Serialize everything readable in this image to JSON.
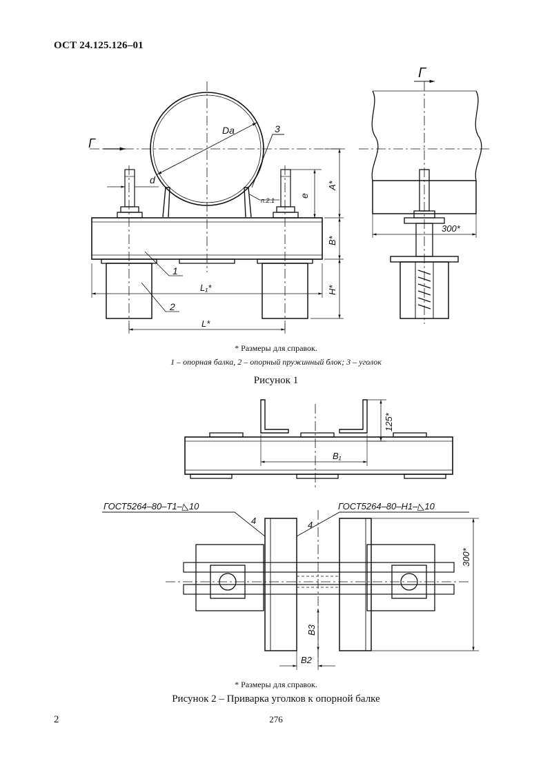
{
  "header": {
    "doc_code": "ОСТ 24.125.126–01"
  },
  "figure1": {
    "labels": {
      "view": "Г",
      "view_top": "Г",
      "da": "Da",
      "callout3": "3",
      "callout1": "1",
      "callout2": "2",
      "d": "d",
      "e": "e",
      "note_p": "п.2.1",
      "A": "A*",
      "B": "B*",
      "H": "H*",
      "L1": "L₁*",
      "L": "L*",
      "dim300": "300*"
    },
    "note": "* Размеры для справок.",
    "legend": "1 – опорная балка,  2 – опорный пружинный блок;  3 – уголок",
    "title": "Рисунок 1"
  },
  "figure2": {
    "labels": {
      "dim125": "125*",
      "B1": "B₁",
      "weld_left": "ГОСТ5264–80–Т1–◺10",
      "weld_right": "ГОСТ5264–80–Н1–◺10",
      "four_left": "4",
      "four_right": "4",
      "dim300": "300*",
      "B3": "B3",
      "B2": "B2"
    },
    "note": "* Размеры для справок.",
    "title": "Рисунок 2 – Приварка уголков к опорной балке"
  },
  "footer": {
    "page_left": "2",
    "page_center": "276"
  }
}
